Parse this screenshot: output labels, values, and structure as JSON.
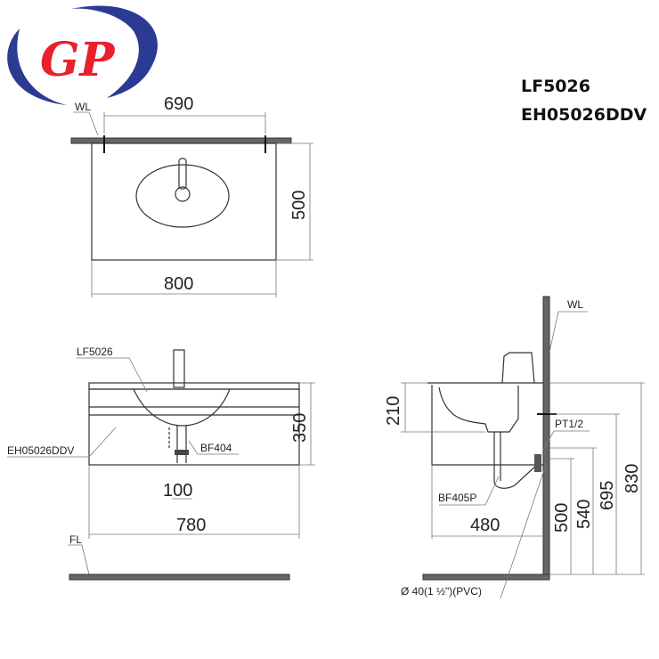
{
  "logo": {
    "text": "GP",
    "colors": {
      "ring": "#2b3a93",
      "letters": "#e8202a"
    }
  },
  "titles": {
    "basin_model": "LF5026",
    "cabinet_model": "EH05026DDV"
  },
  "top_view": {
    "wall_label": "WL",
    "width_top": "690",
    "depth": "500",
    "width_total": "800"
  },
  "front_view": {
    "basin_label": "LF5026",
    "cabinet_label": "EH05026DDV",
    "waste_label": "BF404",
    "height": "350",
    "drain_offset": "100",
    "width": "780",
    "floor_label": "FL"
  },
  "side_view": {
    "wall_label": "WL",
    "basin_depth": "210",
    "supply_label": "PT1/2",
    "trap_label": "BF405P",
    "depth": "480",
    "h_500": "500",
    "h_540": "540",
    "h_695": "695",
    "h_830": "830",
    "pipe_label": "Ø  40(1 ½\")(PVC)"
  }
}
